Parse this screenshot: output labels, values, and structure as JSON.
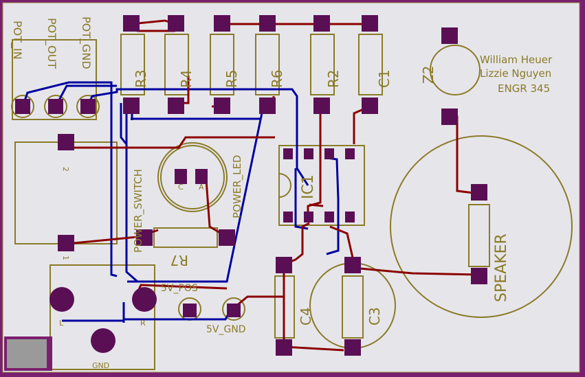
{
  "board": {
    "authors": [
      "William Heuer",
      "Lizzie Nguyen",
      "ENGR 345"
    ],
    "colors": {
      "background": "#7a1f6e",
      "board": "#e6e6ea",
      "silk": "#8a7a28",
      "top_trace": "#8b0000",
      "bottom_trace": "#0000a0",
      "pad": "#5a0f55"
    }
  },
  "labels": {
    "pot_in": "POT_IN",
    "pot_out": "POT_OUT",
    "pot_gnd": "POT_GND",
    "r3": "R3",
    "r4": "R4",
    "r5": "R5",
    "r6": "R6",
    "r2": "R2",
    "c1": "C1",
    "z2": "Z2",
    "ic1": "IC1",
    "power_switch": "POWER_SWITCH",
    "power_led": "POWER_LED",
    "led_c": "C",
    "led_a": "A",
    "r7": "R7",
    "conn_2": "2",
    "conn_1": "1",
    "pos_5v": "5V_POS",
    "gnd_5v": "5V_GND",
    "c4": "C4",
    "c3": "C3",
    "speaker": "SPEAKER",
    "jack_l": "L",
    "jack_r": "R",
    "jack_gnd": "GND"
  }
}
